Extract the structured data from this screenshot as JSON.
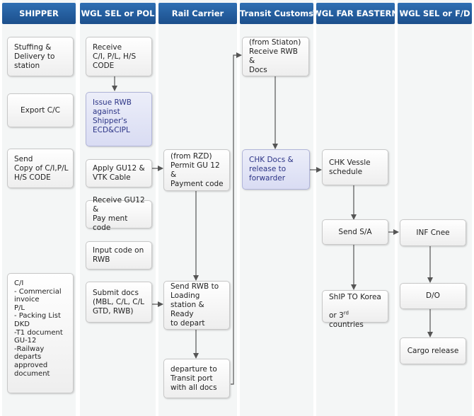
{
  "lanes": [
    "SHIPPER",
    "WGL SEL or POL",
    "Rail Carrier",
    "Transit Customs",
    "WGL FAR EASTERN",
    "WGL SEL or F/D"
  ],
  "boxes": {
    "stuffing": "Stuffing &\nDelivery to\nstation",
    "export_cc": "Export C/C",
    "send_copy": "Send\nCopy of C/I,P/L\nH/S CODE",
    "docs_legend": "C/I\n- Commercial\n   invoice\nP/L\n - Packing List\nDKD\n -T1 document\nGU-12\n -Railway\n   departs\n   approved\n   document",
    "receive_ci": "Receive\nC/I, P/L, H/S\nCODE",
    "issue_rwb": "Issue RWB\nagainst\nShipper's\nECD&CIPL",
    "apply_gu12": "Apply GU12 &\nVTK Cable",
    "receive_gu12": "Receive GU12 &\nPay ment code",
    "input_code": "Input code on\nRWB",
    "submit_docs": "Submit docs\n(MBL, C/L, C/L\nGTD, RWB)",
    "permit_gu12": "(from RZD)\nPermit GU 12 &\nPayment code",
    "send_rwb": "Send RWB to\nLoading\nstation & Ready\nto depart",
    "departure": "departure to\nTransit port\nwith all docs",
    "receive_rwb": "(from Stiaton)\nReceive RWB &\nDocs",
    "chk_docs": "CHK Docs &\nrelease to\nforwarder",
    "chk_vessel": "CHK Vessle\nschedule",
    "send_sa": "Send S/A",
    "ship_to_korea_line1": "ShIP TO Korea",
    "ship_to_korea_line2_pre": "or 3",
    "ship_to_korea_sup": "rd",
    "ship_to_korea_line2_post": " countries",
    "inf_cnee": "INF Cnee",
    "do": "D/O",
    "cargo_release": "Cargo release"
  },
  "colors": {
    "header": "#1f5a9e",
    "lane_bg": "#f4f6f6",
    "highlight_text": "#2c3486",
    "arrow": "#555555"
  }
}
